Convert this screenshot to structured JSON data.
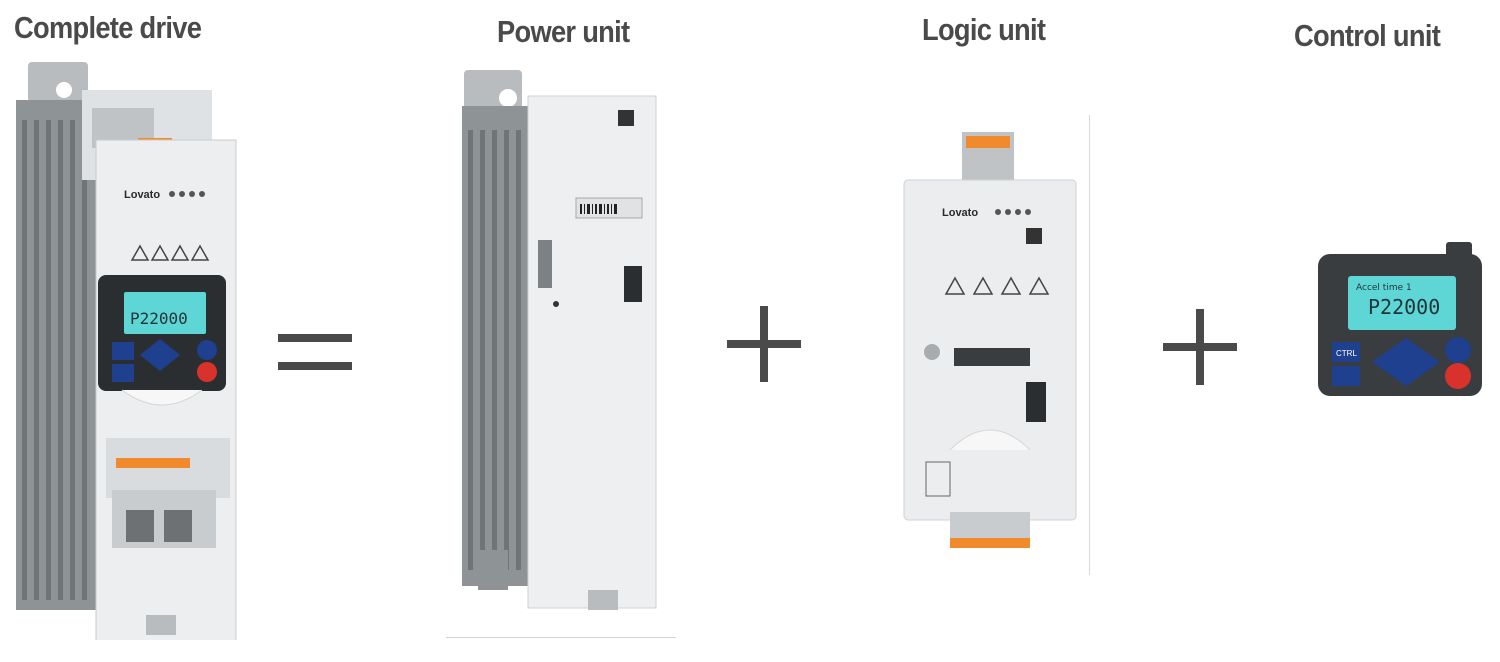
{
  "labels": {
    "complete_drive": "Complete drive",
    "power_unit": "Power unit",
    "logic_unit": "Logic unit",
    "control_unit": "Control unit"
  },
  "operators": {
    "equals": "=",
    "plus": "+"
  },
  "device": {
    "brand": "Lovato",
    "display_value": "P22000",
    "display_caption": "Accel time 1",
    "key_ctrl": "CTRL"
  },
  "colors": {
    "heading_text": "#4a4a4a",
    "operator": "#4a4a4a",
    "lcd": "#5fd6d6",
    "red_button": "#d9322c",
    "blue_key": "#1f3f8f",
    "terminal_orange": "#f08a2c",
    "housing": "#e8eaeb"
  }
}
